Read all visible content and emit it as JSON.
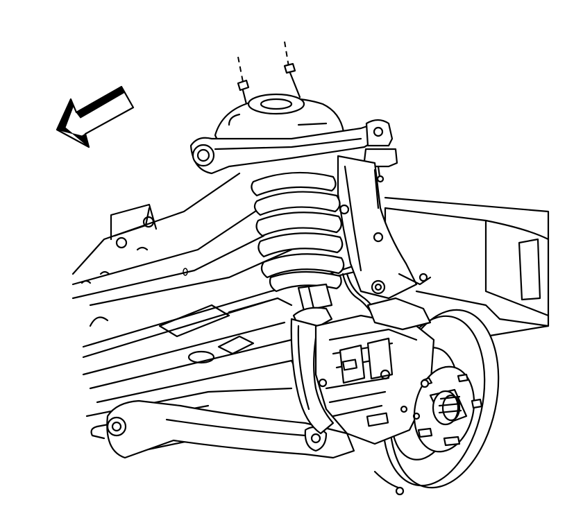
{
  "diagram": {
    "style": "monochrome line illustration",
    "colors": {
      "stroke": "#000000",
      "background": "#ffffff"
    },
    "components": [
      "direction-arrow-icon",
      "mounting-studs",
      "upper-strut-mount",
      "upper-control-arm",
      "coil-spring",
      "shock-absorber",
      "steering-knuckle",
      "brake-caliper",
      "brake-rotor",
      "wheel-hub",
      "lower-control-arm",
      "vehicle-frame-rail"
    ]
  }
}
